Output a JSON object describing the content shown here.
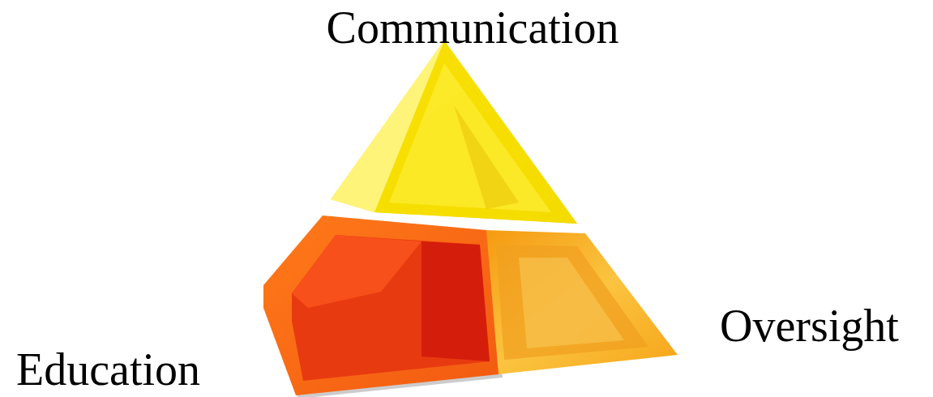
{
  "diagram": {
    "labels": [
      "Communication",
      "Education",
      "Oversight"
    ]
  }
}
